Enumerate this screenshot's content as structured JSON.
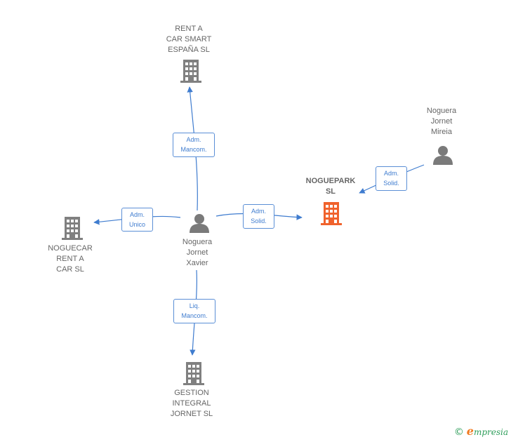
{
  "colors": {
    "edge": "#3f7ccf",
    "company": "#808080",
    "focus_company": "#f0622c",
    "person": "#7a7a7a"
  },
  "nodes": [
    {
      "id": "rent-a-car-smart",
      "type": "company",
      "lines": [
        "RENT A",
        "CAR SMART",
        "ESPAÑA  SL"
      ]
    },
    {
      "id": "noguepark",
      "type": "company-focus",
      "lines": [
        "NOGUEPARK",
        "SL"
      ]
    },
    {
      "id": "noguecar",
      "type": "company",
      "lines": [
        "NOGUECAR",
        "RENT A",
        "CAR  SL"
      ]
    },
    {
      "id": "gestion-integral",
      "type": "company",
      "lines": [
        "GESTION",
        "INTEGRAL",
        "JORNET  SL"
      ]
    },
    {
      "id": "noguera-xavier",
      "type": "person",
      "lines": [
        "Noguera",
        "Jornet",
        "Xavier"
      ]
    },
    {
      "id": "noguera-mireia",
      "type": "person",
      "lines": [
        "Noguera",
        "Jornet",
        "Mireia"
      ]
    }
  ],
  "roles": [
    {
      "id": "role-adm-mancom",
      "lines": [
        "Adm.",
        "Mancom."
      ]
    },
    {
      "id": "role-adm-unico",
      "lines": [
        "Adm.",
        "Unico"
      ]
    },
    {
      "id": "role-adm-solid-xavier",
      "lines": [
        "Adm.",
        "Solid."
      ]
    },
    {
      "id": "role-adm-solid-mireia",
      "lines": [
        "Adm.",
        "Solid."
      ]
    },
    {
      "id": "role-liq-mancom",
      "lines": [
        "Liq.",
        "Mancom."
      ]
    }
  ],
  "footer": {
    "copyright": "©",
    "brand_initial": "e",
    "brand_rest": "mpresia"
  }
}
